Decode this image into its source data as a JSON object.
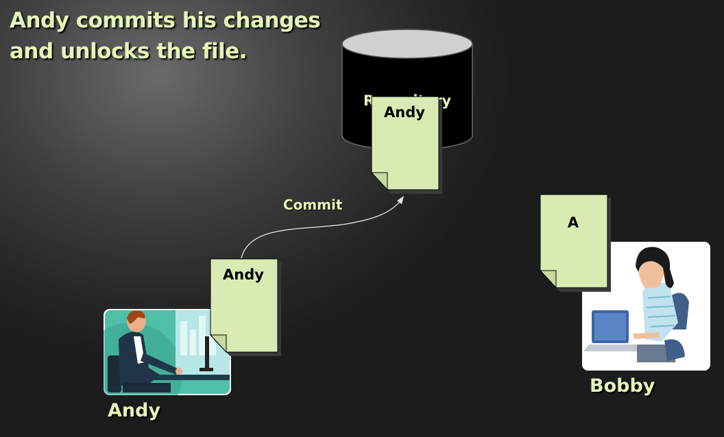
{
  "slide": {
    "title_line1": "Andy commits his changes",
    "title_line2": "and unlocks the file."
  },
  "repository": {
    "label": "Repository",
    "document": {
      "label": "Andy"
    }
  },
  "commit": {
    "label": "Commit"
  },
  "andy": {
    "name": "Andy",
    "document": {
      "label": "Andy"
    }
  },
  "bobby": {
    "name": "Bobby",
    "document": {
      "label": "A"
    }
  },
  "colors": {
    "label_text": "#e4f5b8",
    "document_fill": "#d9ebb3",
    "repository_fill": "#000000",
    "background": "#262626"
  },
  "icons": [
    "repository-cylinder-icon",
    "document-icon",
    "person-at-computer-icon"
  ]
}
